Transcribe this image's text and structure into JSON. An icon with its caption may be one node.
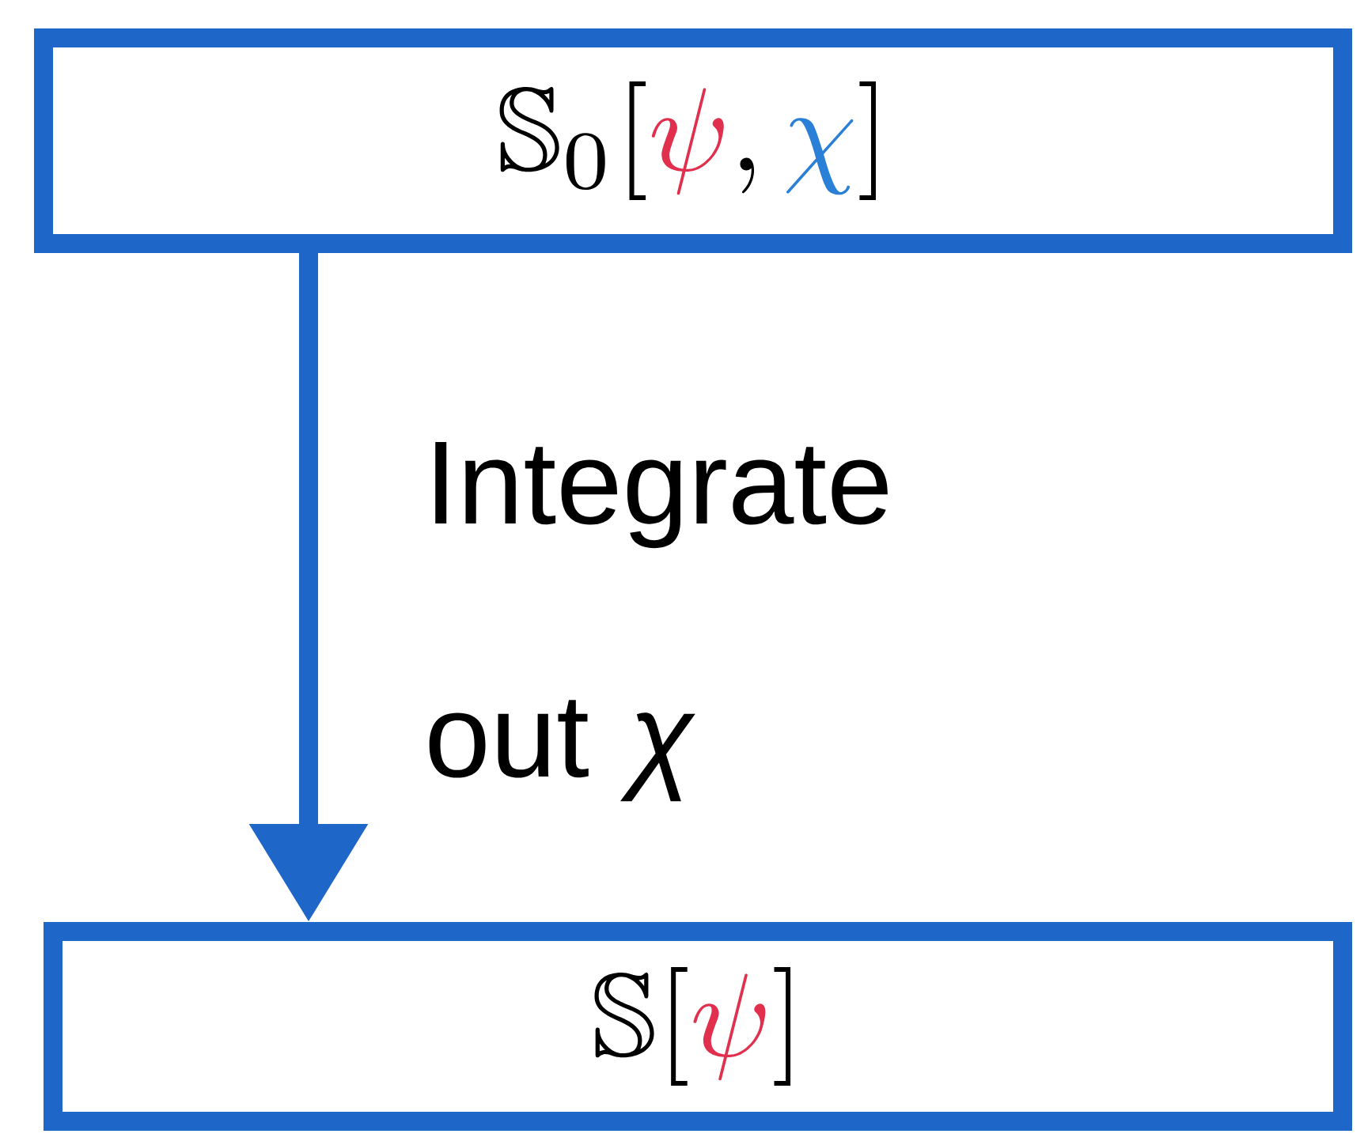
{
  "diagram": {
    "nodes": [
      {
        "text": [
          "\\mathbb{S}_0[{\\color[HTML]{E0304E}\\psi}, {\\color[HTML]{2A7FD6}\\chi}]"
        ]
      },
      {
        "text": [
          "\\mathbb{S}[{\\color[HTML]{E0304E}\\psi}]"
        ]
      }
    ],
    "edges": [
      {
        "from": 0,
        "to": 1,
        "arrow": "to",
        "label": "Integrate out *χ*"
      }
    ]
  }
}
